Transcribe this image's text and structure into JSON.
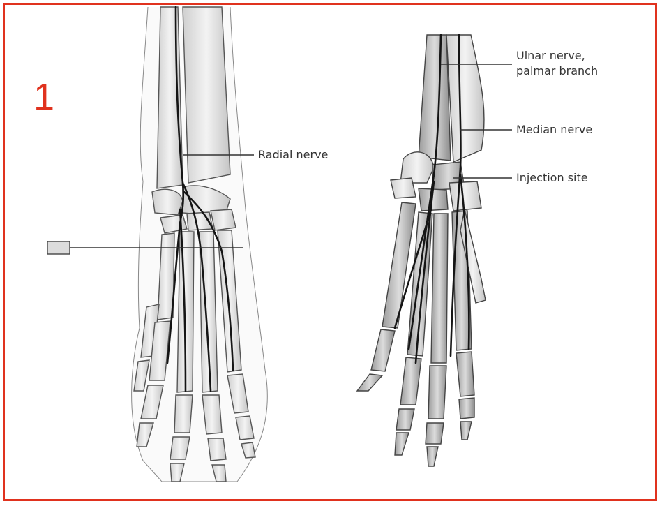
{
  "panel_number": "1",
  "labels": {
    "radial": "Radial nerve",
    "ulnar_line1": "Ulnar nerve,",
    "ulnar_line2": "palmar branch",
    "median": "Median nerve",
    "injection": "Injection site"
  },
  "colors": {
    "border": "#e0321e",
    "panel_number": "#e0321e",
    "bone_fill": "#e8e8e8",
    "bone_stroke": "#555555",
    "nerve": "#151515",
    "leader": "#333333"
  }
}
